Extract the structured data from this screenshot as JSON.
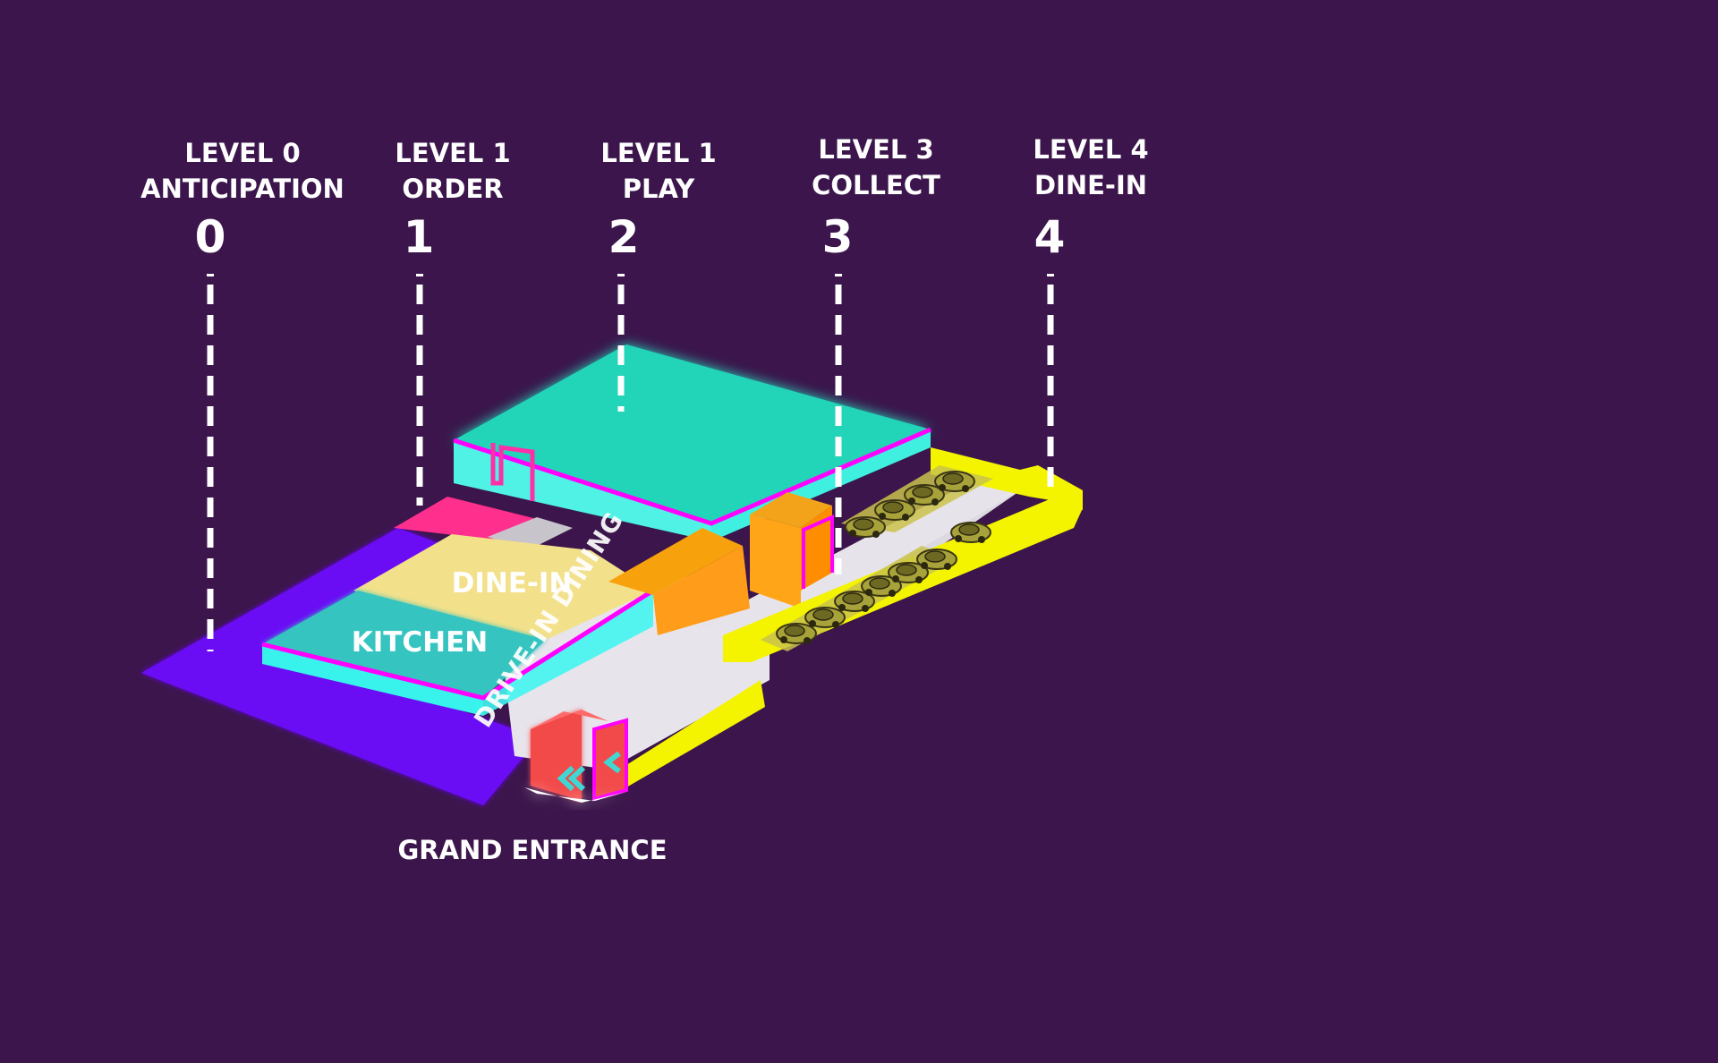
{
  "levels": [
    {
      "title": "LEVEL 0",
      "subtitle": "ANTICIPATION",
      "number": "0"
    },
    {
      "title": "LEVEL 1",
      "subtitle": "ORDER",
      "number": "1"
    },
    {
      "title": "LEVEL 1",
      "subtitle": "PLAY",
      "number": "2"
    },
    {
      "title": "LEVEL 3",
      "subtitle": "COLLECT",
      "number": "3"
    },
    {
      "title": "LEVEL 4",
      "subtitle": "DINE-IN",
      "number": "4"
    }
  ],
  "zones": {
    "dine_in": "DINE-IN",
    "kitchen": "KITCHEN",
    "drive_in_dining": "DRIVE-IN DINING"
  },
  "entrance_label": "GRAND ENTRANCE",
  "icons": {
    "entrance_arrows": "double-chevron-left-icon",
    "cars": "car-icon"
  },
  "colors": {
    "background": "#3b154b",
    "ground_violet": "#6a0cf5",
    "play_teal": "#22d4b8",
    "kitchen_teal": "#36c4c0",
    "dine_in_yellow": "#f3e08a",
    "order_pink": "#ff2f8e",
    "collect_orange": "#f7a10d",
    "parking_yellow": "#f4f400",
    "entrance_red": "#f24a4a",
    "neon_magenta": "#ff00ff"
  }
}
